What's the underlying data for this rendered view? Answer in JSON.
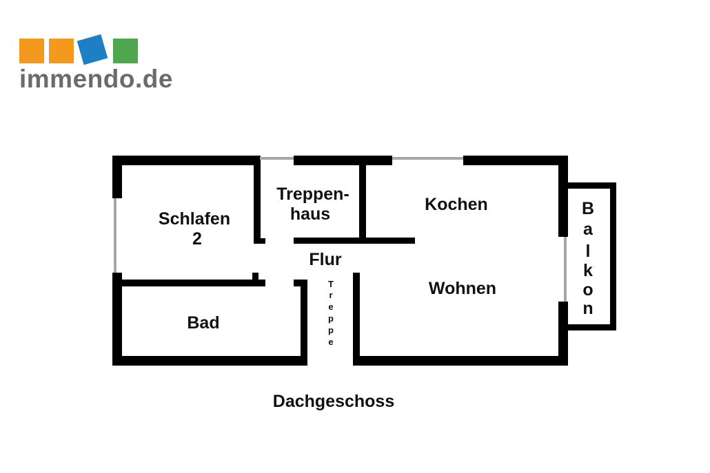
{
  "logo": {
    "text": "immendo.de",
    "text_color": "#6b6b6b",
    "square_colors": [
      "#f39a1e",
      "#f39a1e",
      "#1f7fc4",
      "#4ea64d"
    ]
  },
  "floorplan": {
    "wall_color": "#000000",
    "window_color": "#a6a6a6",
    "rooms": {
      "schlafen": [
        "Schlafen",
        "2"
      ],
      "treppenhaus": [
        "Treppen-",
        "haus"
      ],
      "kochen": "Kochen",
      "flur": "Flur",
      "treppe": [
        "T",
        "r",
        "e",
        "p",
        "p",
        "e"
      ],
      "wohnen": "Wohnen",
      "bad": "Bad",
      "balkon": [
        "B",
        "a",
        "l",
        "k",
        "o",
        "n"
      ]
    },
    "floor_label": "Dachgeschoss"
  }
}
